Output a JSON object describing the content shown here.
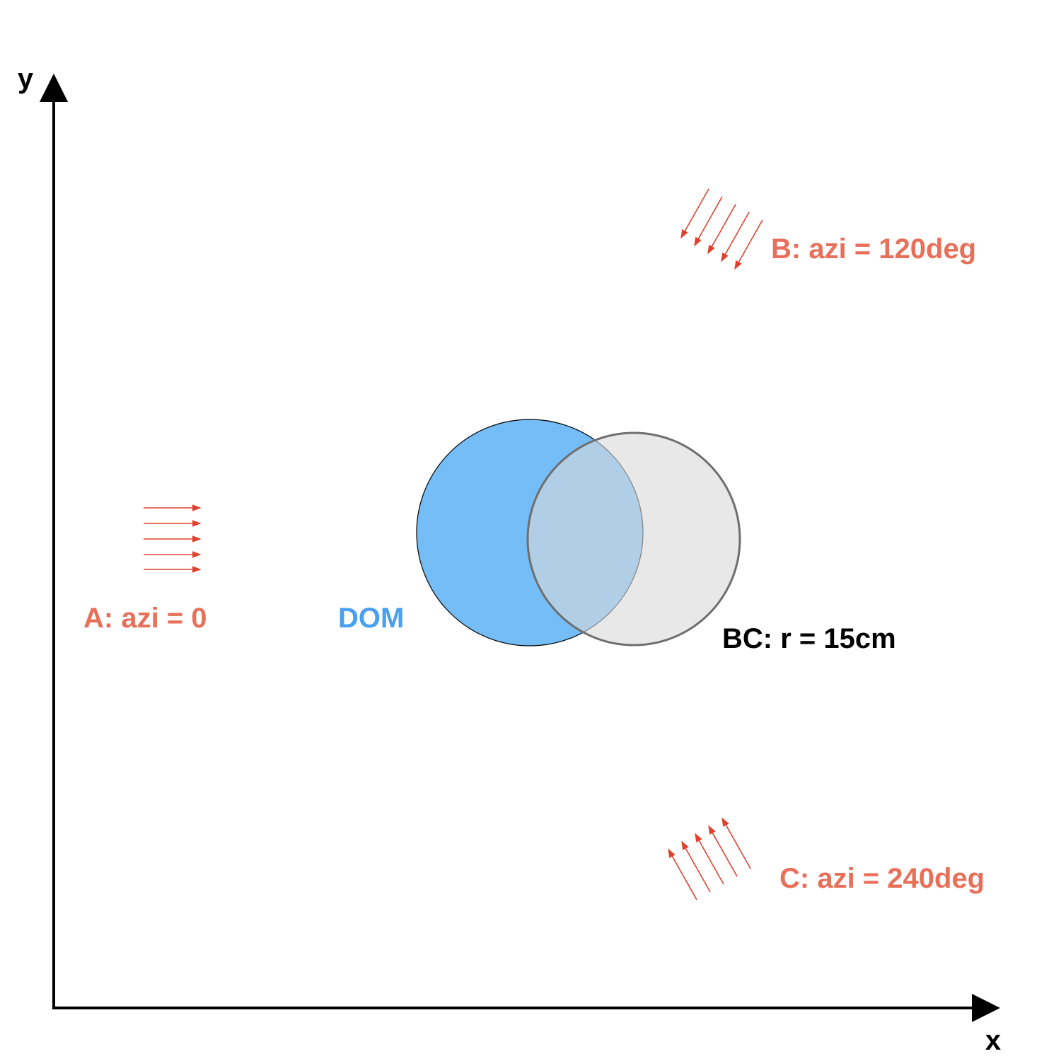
{
  "axes": {
    "x_label": "x",
    "y_label": "y"
  },
  "labels": {
    "a": "A: azi = 0",
    "b": "B: azi = 120deg",
    "c": "C: azi = 240deg",
    "dom": "DOM",
    "bc": "BC: r = 15cm"
  },
  "colors": {
    "arrow_red": "#e0402e",
    "label_red": "#e8705a",
    "dom_blue_fill": "#74bdf7",
    "dom_label_blue": "#4aa0ee",
    "bc_fill": "#d9d9d9",
    "axis": "#000000"
  }
}
